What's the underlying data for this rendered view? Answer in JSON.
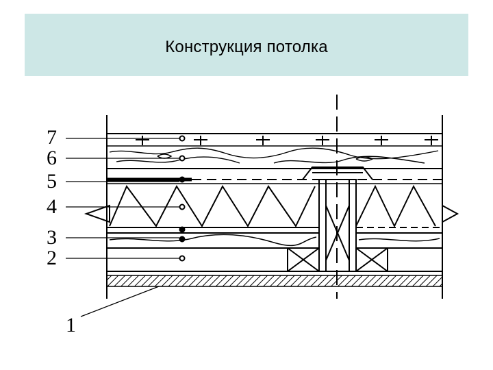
{
  "slide": {
    "title": "Конструкция потолка"
  },
  "diagram": {
    "callouts": [
      {
        "id": "7",
        "label": "7"
      },
      {
        "id": "6",
        "label": "6"
      },
      {
        "id": "5",
        "label": "5"
      },
      {
        "id": "4",
        "label": "4"
      },
      {
        "id": "3",
        "label": "3"
      },
      {
        "id": "2",
        "label": "2"
      },
      {
        "id": "1",
        "label": "1"
      }
    ]
  }
}
